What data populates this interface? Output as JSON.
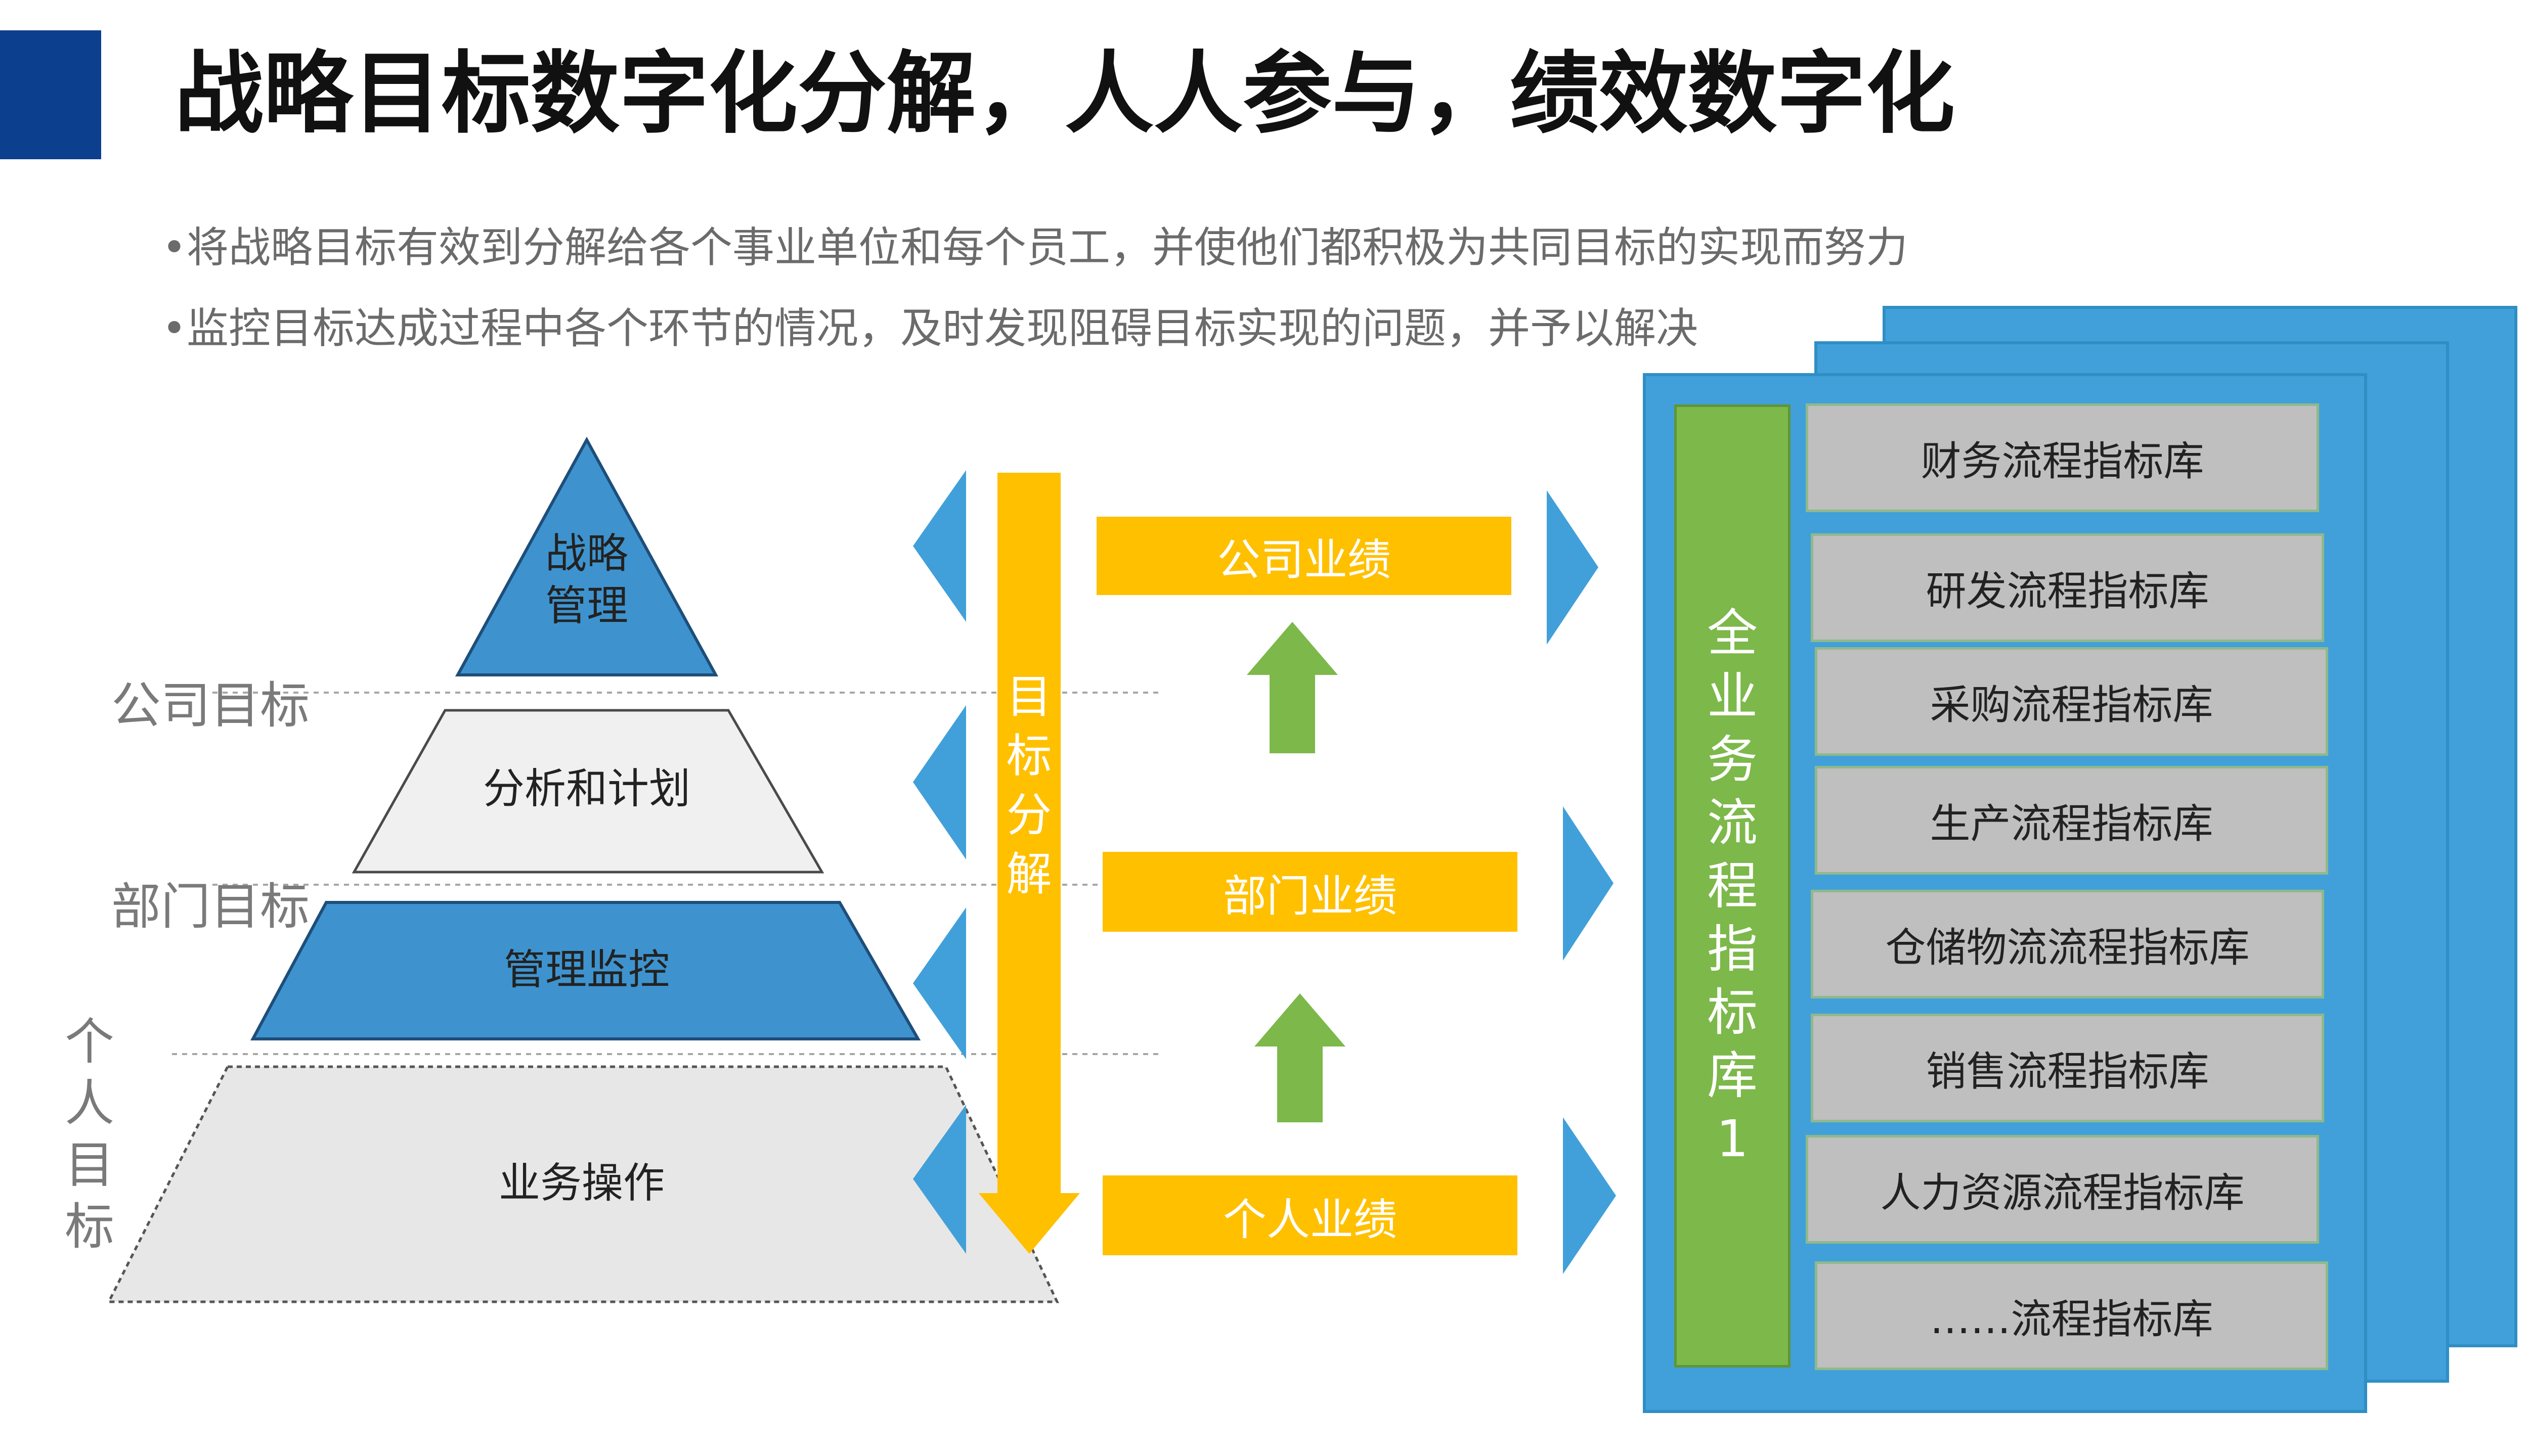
{
  "title": "战略目标数字化分解，人人参与，绩效数字化",
  "bullets": [
    "•将战略目标有效到分解给各个事业单位和每个员工，并使他们都积极为共同目标的实现而努力",
    "•监控目标达成过程中各个环节的情况，及时发现阻碍目标实现的问题，并予以解决"
  ],
  "side_labels": {
    "company": "公司目标",
    "department": "部门目标",
    "personal_chars": [
      "个",
      "人",
      "目",
      "标"
    ]
  },
  "pyramid": {
    "levels": [
      {
        "label_lines": [
          "战略",
          "管理"
        ],
        "fill": "#3E93CE"
      },
      {
        "label_lines": [
          "分析和计划"
        ],
        "fill": "#F0F0F0"
      },
      {
        "label_lines": [
          "管理监控"
        ],
        "fill": "#3E93CE"
      },
      {
        "label_lines": [
          "业务操作"
        ],
        "fill": "#E7E7E7"
      }
    ]
  },
  "decompose_chars": [
    "目",
    "标",
    "分",
    "解"
  ],
  "performance": {
    "company": "公司业绩",
    "department": "部门业绩",
    "personal": "个人业绩"
  },
  "library": {
    "title_chars": [
      "全",
      "业",
      "务",
      "流",
      "程",
      "指",
      "标",
      "库",
      "1"
    ],
    "items": [
      "财务流程指标库",
      "研发流程指标库",
      "采购流程指标库",
      "生产流程指标库",
      "仓储物流流程指标库",
      "销售流程指标库",
      "人力资源流程指标库",
      "……流程指标库"
    ]
  },
  "colors": {
    "title_bar": "#0D3F8F",
    "blue": "#41A0D9",
    "gold": "#FFC000",
    "green": "#7DB84A",
    "gray_box": "#BFBFBF"
  }
}
